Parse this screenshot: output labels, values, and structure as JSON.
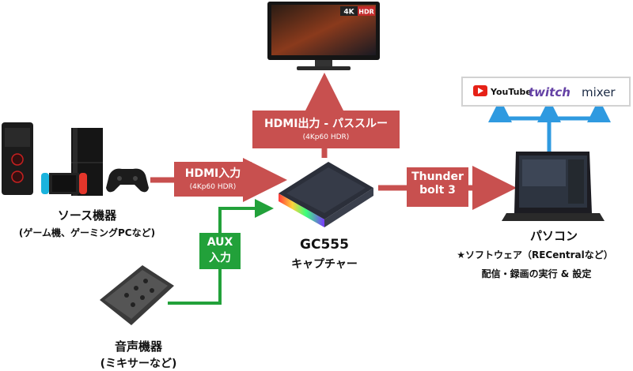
{
  "monitor": {
    "badge_4k": "4K",
    "badge_hdr": "HDR"
  },
  "passthrough": {
    "title": "HDMI出力 - パススルー",
    "sub": "(4Kp60 HDR)"
  },
  "hdmi_in": {
    "title": "HDMI入力",
    "sub": "(4Kp60 HDR)"
  },
  "thunderbolt": {
    "line1": "Thunder",
    "line2": "bolt 3"
  },
  "aux": {
    "line1": "AUX",
    "line2": "入力"
  },
  "source": {
    "title": "ソース機器",
    "sub": "(ゲーム機、ゲーミングPCなど)"
  },
  "device": {
    "model": "GC555",
    "name": "キャプチャー"
  },
  "pc": {
    "title": "パソコン",
    "line1": "★ソフトウェア（RECentralなど）",
    "line2": "配信・録画の実行 & 設定"
  },
  "audio": {
    "title": "音声機器",
    "sub": "(ミキサーなど)"
  },
  "streaming": {
    "youtube": "YouTube",
    "twitch": "twitch",
    "mixer": "mixer"
  },
  "colors": {
    "red": "#c8504f",
    "green": "#22a13a",
    "blue": "#2f9ae0"
  }
}
